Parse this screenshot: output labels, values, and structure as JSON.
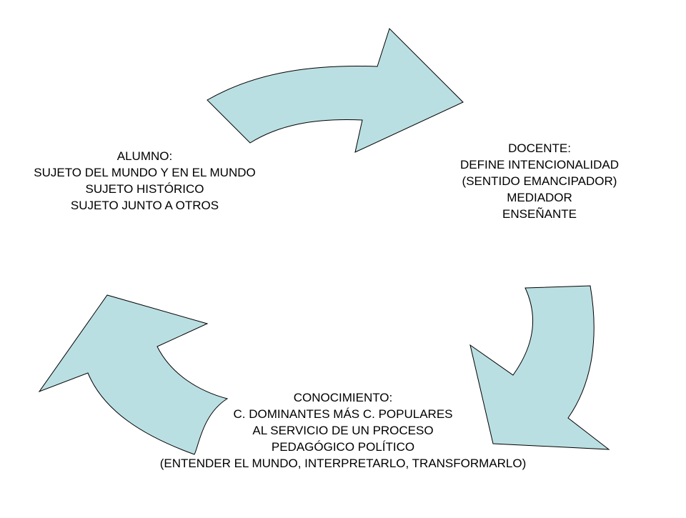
{
  "colors": {
    "arrow_fill": "#BADFE2",
    "arrow_stroke": "#000000",
    "background": "#FFFFFF",
    "text": "#000000"
  },
  "alumno": {
    "lines": [
      "ALUMNO:",
      "SUJETO DEL MUNDO Y EN EL MUNDO",
      "SUJETO HISTÓRICO",
      "SUJETO JUNTO A OTROS"
    ]
  },
  "docente": {
    "lines": [
      "DOCENTE:",
      "DEFINE INTENCIONALIDAD",
      "(SENTIDO EMANCIPADOR)",
      "MEDIADOR",
      "ENSEÑANTE"
    ]
  },
  "conocimiento": {
    "lines": [
      "CONOCIMIENTO:",
      "C. DOMINANTES MÁS C. POPULARES",
      "AL SERVICIO DE UN PROCESO",
      "PEDAGÓGICO POLÍTICO",
      "(ENTENDER EL MUNDO, INTERPRETARLO, TRANSFORMARLO)"
    ]
  }
}
